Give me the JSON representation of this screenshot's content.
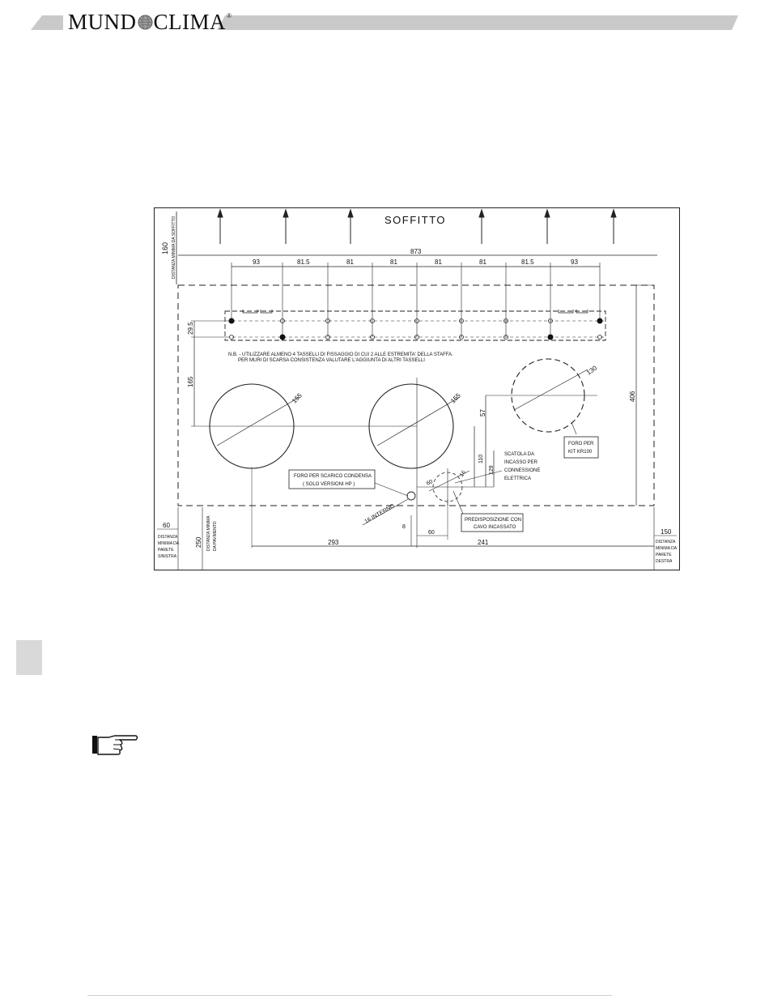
{
  "header": {
    "brand_left": "MUND",
    "brand_right": "CLIMA",
    "brand_mark": "®",
    "logo_icon": "globe-icon"
  },
  "drawing": {
    "ceiling": "SOFFITTO",
    "ceiling_dim": "160",
    "ceiling_label": "DISTANZA MINIMA DA SOFFITTO",
    "total_width": "873",
    "spacing": [
      "93",
      "81.5",
      "81",
      "81",
      "81",
      "81",
      "81.5",
      "93"
    ],
    "bracket_v1": "29.5",
    "bracket_v2": "165",
    "height_dim": "406",
    "note_line1": "N.B. - UTILIZZARE ALMENO 4 TASSELLI DI FISSAGGIO DI CUI 2 ALLE ESTREMITA' DELLA STAFFA.",
    "note_line2": "PER MURI DI SCARSA CONSISTENZA VALUTARE L'AGGIUNTA DI ALTRI TASSELLI",
    "hole_dia": "155",
    "hole_dia_right": "155",
    "kit_dia": "130",
    "kit_label_1": "FORO PER",
    "kit_label_2": "KIT KR100",
    "dim_57": "57",
    "dim_110": "110",
    "dim_129": "129",
    "dim_60_small": "60",
    "dim_16_small": "16",
    "box_label_1": "SCATOLA DA",
    "box_label_2": "INCASSO PER",
    "box_label_3": "CONNESSIONE",
    "box_label_4": "ELETTRICA",
    "drain_label_1": "FORO PER SCARICO CONDENSA",
    "drain_label_2": "( SOLO VERSIONI HP )",
    "drain_interno": "16 INTERNO",
    "cable_label_1": "PREDISPOSIZIONE CON",
    "cable_label_2": "CAVO INCASSATO",
    "dim_8": "8",
    "dim_60_bottom": "60",
    "dim_293": "293",
    "dim_241": "241",
    "left_dist": "60",
    "left_label": [
      "DISTANZA",
      "MINIMA DA",
      "PARETE",
      "SINISTRA"
    ],
    "floor_dist": "250",
    "floor_label_1": "DISTANZA MINIMA",
    "floor_label_2": "DA PAVIMENTO",
    "right_dist": "150",
    "right_label": [
      "DISTANZA",
      "MINIMA DA",
      "PARETE",
      "DESTRA"
    ]
  },
  "page": {
    "note_icon": "pointing-hand-icon"
  }
}
